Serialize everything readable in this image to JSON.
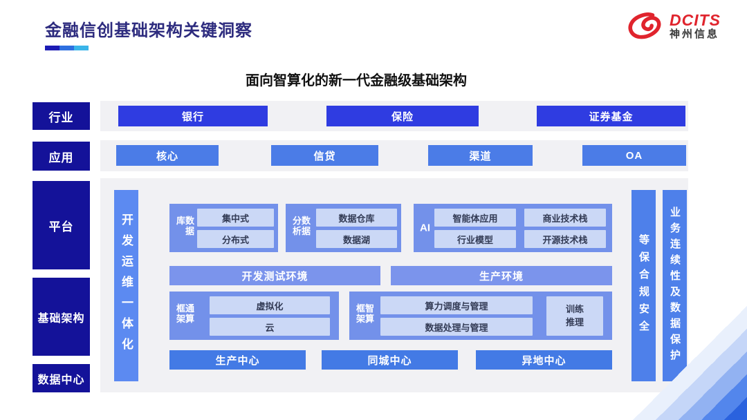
{
  "colors": {
    "brand_red": "#E0242D",
    "navy_label": "#141299",
    "royal_blue": "#2F3CE1",
    "app_blue": "#4B7CE7",
    "container_blue": "#7391EA",
    "devops_bar_blue": "#5C8AF1",
    "side_bar_blue": "#4E80EA",
    "light_box": "#CBD8F6",
    "panel_gray": "#F1F1F4",
    "title_navy": "#2D2B7E"
  },
  "header": {
    "title": "金融信创基础架构关键洞察",
    "logo": {
      "brand": "DCITS",
      "company": "神州信息"
    }
  },
  "subtitle": "面向智算化的新一代金融级基础架构",
  "side_labels": {
    "industry": "行业",
    "application": "应用",
    "platform": "平台",
    "infrastructure": "基础架构",
    "datacenter": "数据中心"
  },
  "industry_row": [
    "银行",
    "保险",
    "证券基金"
  ],
  "application_row": [
    "核心",
    "信贷",
    "渠道",
    "OA"
  ],
  "platform": {
    "devops_bar": "开发运维一体化",
    "database": {
      "label": "数据库",
      "items": [
        "集中式",
        "分布式"
      ]
    },
    "analytics": {
      "label": "数据分析",
      "items": [
        "数据仓库",
        "数据湖"
      ]
    },
    "ai": {
      "label": "AI",
      "items": [
        "智能体应用",
        "商业技术栈",
        "行业模型",
        "开源技术栈"
      ]
    },
    "environments": [
      "开发测试环境",
      "生产环境"
    ],
    "general_framework": {
      "label": "通算框架",
      "items": [
        "虚拟化",
        "云"
      ]
    },
    "intelligent_framework": {
      "label": "智算框架",
      "items": [
        "算力调度与管理",
        "数据处理与管理"
      ],
      "side_item": "训练\n推理"
    },
    "centers": [
      "生产中心",
      "同城中心",
      "异地中心"
    ],
    "security_bar": "等保合规安全",
    "continuity_bar": "业务连续性及数据保护"
  }
}
